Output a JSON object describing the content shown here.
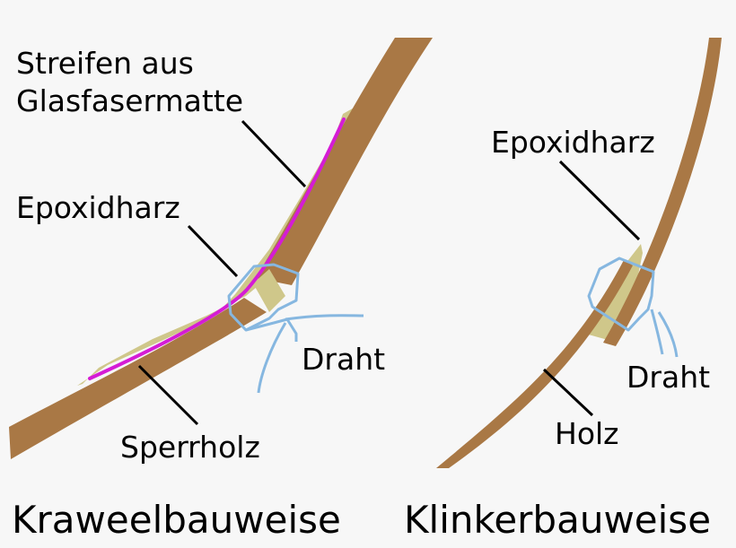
{
  "colors": {
    "background": "#f7f7f7",
    "wood": "#a97845",
    "epoxy": "#cfc78a",
    "glass_fibre_strip": "#d51cd5",
    "wire": "#86b7e0",
    "leader_line": "#000000"
  },
  "left": {
    "title": "Kraweelbauweise",
    "labels": {
      "glass_fibre_line1": "Streifen aus",
      "glass_fibre_line2": "Glasfasermatte",
      "epoxy": "Epoxidharz",
      "wire": "Draht",
      "plywood": "Sperrholz"
    }
  },
  "right": {
    "title": "Klinkerbauweise",
    "labels": {
      "epoxy": "Epoxidharz",
      "wire": "Draht",
      "wood": "Holz"
    }
  }
}
